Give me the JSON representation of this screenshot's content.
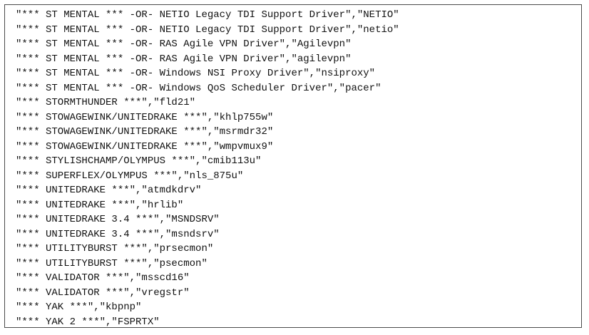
{
  "lines": [
    "\"*** ST MENTAL *** -OR- NETIO Legacy TDI Support Driver\",\"NETIO\"",
    "\"*** ST MENTAL *** -OR- NETIO Legacy TDI Support Driver\",\"netio\"",
    "\"*** ST MENTAL *** -OR- RAS Agile VPN Driver\",\"Agilevpn\"",
    "\"*** ST MENTAL *** -OR- RAS Agile VPN Driver\",\"agilevpn\"",
    "\"*** ST MENTAL *** -OR- Windows NSI Proxy Driver\",\"nsiproxy\"",
    "\"*** ST MENTAL *** -OR- Windows QoS Scheduler Driver\",\"pacer\"",
    "\"*** STORMTHUNDER ***\",\"fld21\"",
    "\"*** STOWAGEWINK/UNITEDRAKE ***\",\"khlp755w\"",
    "\"*** STOWAGEWINK/UNITEDRAKE ***\",\"msrmdr32\"",
    "\"*** STOWAGEWINK/UNITEDRAKE ***\",\"wmpvmux9\"",
    "\"*** STYLISHCHAMP/OLYMPUS ***\",\"cmib113u\"",
    "\"*** SUPERFLEX/OLYMPUS ***\",\"nls_875u\"",
    "\"*** UNITEDRAKE ***\",\"atmdkdrv\"",
    "\"*** UNITEDRAKE ***\",\"hrlib\"",
    "\"*** UNITEDRAKE 3.4 ***\",\"MSNDSRV\"",
    "\"*** UNITEDRAKE 3.4 ***\",\"msndsrv\"",
    "\"*** UTILITYBURST ***\",\"prsecmon\"",
    "\"*** UTILITYBURST ***\",\"psecmon\"",
    "\"*** VALIDATOR ***\",\"msscd16\"",
    "\"*** VALIDATOR ***\",\"vregstr\"",
    "\"*** YAK ***\",\"kbpnp\"",
    "\"*** YAK 2 ***\",\"FSPRTX\""
  ]
}
